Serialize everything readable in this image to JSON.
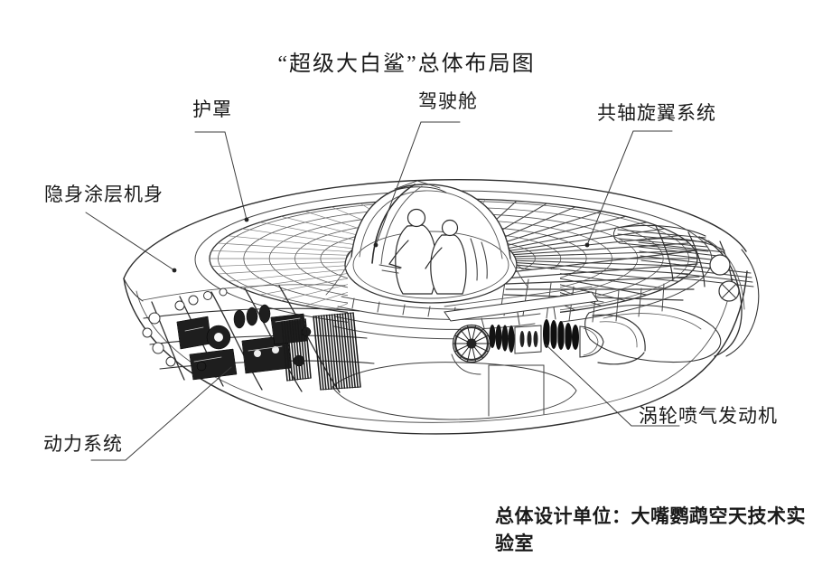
{
  "title": "“超级大白鲨”总体布局图",
  "labels": {
    "shroud": "护罩",
    "cockpit": "驾驶舱",
    "coaxial_rotor": "共轴旋翼系统",
    "stealth_fuselage": "隐身涂层机身",
    "power_system": "动力系统",
    "turbojet_engine": "涡轮喷气发动机"
  },
  "credit": "总体设计单位：大嘴鹦鹉空天技术实验室",
  "colors": {
    "ink": "#2e2e2e",
    "paper": "#ffffff",
    "machinery": "#1e1e1e"
  }
}
